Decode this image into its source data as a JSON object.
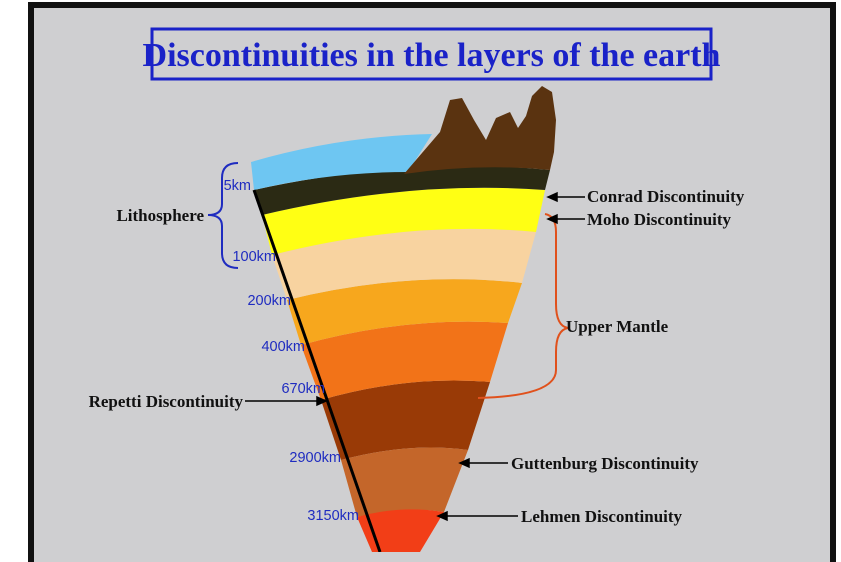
{
  "title": "Discontinuities in the layers of  the earth",
  "labels": {
    "lithosphere": "Lithosphere",
    "conrad": "Conrad Discontinuity",
    "moho": "Moho Discontinuity",
    "upper_mantle": "Upper Mantle",
    "repetti": "Repetti Discontinuity",
    "guttenburg": "Guttenburg Discontinuity",
    "lehmen": "Lehmen Discontinuity"
  },
  "depths": [
    "5km",
    "100km",
    "200km",
    "400km",
    "670km",
    "2900km",
    "3150km"
  ],
  "colors": {
    "title": "#1a22c8",
    "background": "#cfcfd1",
    "ocean": "#6ec6f2",
    "mountain": "#5a3310",
    "crust_dark": "#2b2a14",
    "lithosphere": "#ffff14",
    "layer_200": "#f8d3a0",
    "layer_400": "#f7a71d",
    "layer_670": "#f27318",
    "lower_mantle": "#993a06",
    "outer_core": "#c4662a",
    "inner_core": "#f23e17",
    "upper_mantle_brace": "#e0511c",
    "lithosphere_brace": "#1f2cc0"
  }
}
